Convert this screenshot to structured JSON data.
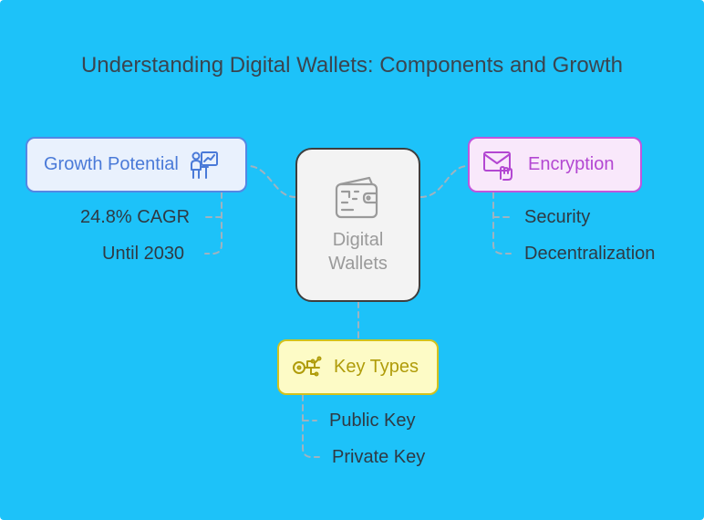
{
  "title": "Understanding Digital Wallets: Components and Growth",
  "center": {
    "line1": "Digital",
    "line2": "Wallets",
    "icon": "wallet-icon"
  },
  "growth": {
    "label": "Growth Potential",
    "icon": "presentation-chart-icon",
    "items": [
      "24.8% CAGR",
      "Until 2030"
    ]
  },
  "encryption": {
    "label": "Encryption",
    "icon": "envelope-hand-icon",
    "items": [
      "Security",
      "Decentralization"
    ]
  },
  "key_types": {
    "label": "Key Types",
    "icon": "key-circuit-icon",
    "items": [
      "Public Key",
      "Private Key"
    ]
  },
  "colors": {
    "background": "#1dc2f9",
    "growth": "#5487e4",
    "encryption": "#c155dc",
    "key_types": "#d3c21c",
    "center_border": "#3e3e3e"
  }
}
